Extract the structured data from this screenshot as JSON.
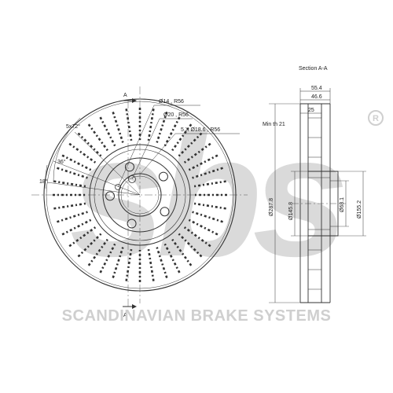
{
  "section_title": "Section A-A",
  "section_marker": "A",
  "min_thickness": "Min th 21",
  "dims": {
    "overall_height": "55.4",
    "disc_thickness": "46.6",
    "hat_depth": "25",
    "outer_diameter": "Ø287.8",
    "friction_inner_diameter": "Ø145.8",
    "center_bore": "Ø68.1",
    "hat_diameter": "Ø155.2",
    "hole_a": "Ø14 , R56",
    "hole_b": "Ø20 , R56",
    "bolt_holes": "5 X Ø18.6 , R56",
    "angle_pitch": "5x72°",
    "angle_36": "36°",
    "angle_18": "18°"
  },
  "watermark": {
    "logo": "sbs",
    "brand_name": "SCANDINAVIAN BRAKE SYSTEMS",
    "registered": "R"
  },
  "colors": {
    "line": "#333333",
    "watermark": "#d4d4d4"
  }
}
